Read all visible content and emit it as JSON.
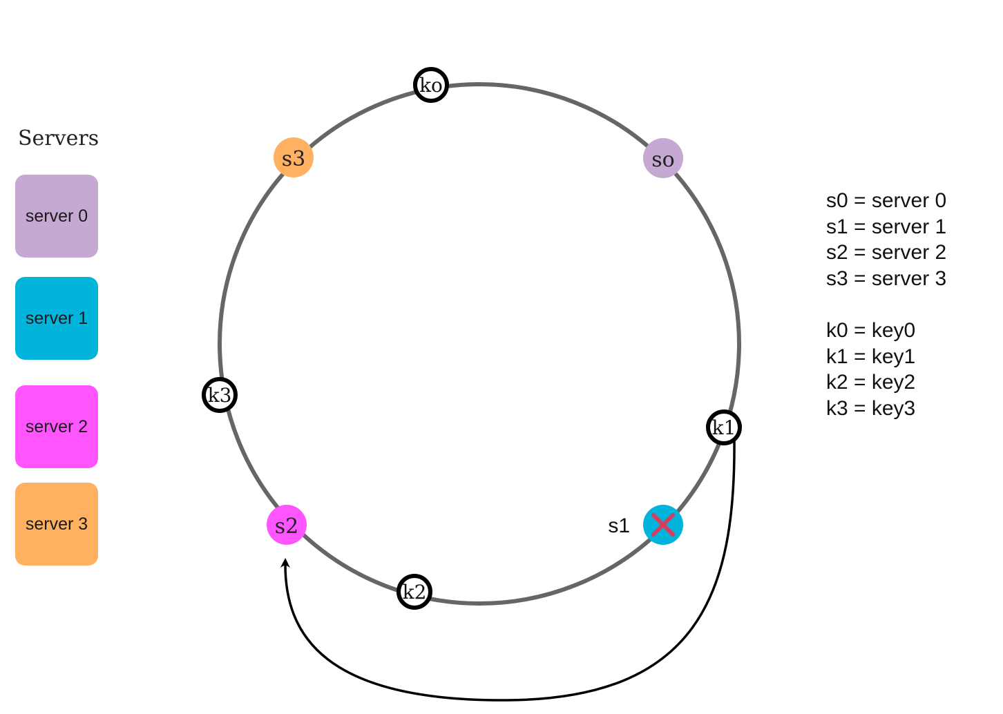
{
  "legend": {
    "title": "Servers",
    "servers": [
      {
        "label": "server 0",
        "color": "#c5a9d3"
      },
      {
        "label": "server 1",
        "color": "#00b4dc"
      },
      {
        "label": "server 2",
        "color": "#ff55ff"
      },
      {
        "label": "server 3",
        "color": "#ffb061"
      }
    ]
  },
  "ring": {
    "ring_color": "#666666",
    "servers": [
      {
        "label": "so",
        "color": "#c5a9d3"
      },
      {
        "label": "s1",
        "color": "#00b4dc",
        "removed": true,
        "removed_mark_color": "#d04060"
      },
      {
        "label": "s2",
        "color": "#ff55ff"
      },
      {
        "label": "s3",
        "color": "#ffb061"
      }
    ],
    "keys": [
      {
        "label": "ko"
      },
      {
        "label": "k1"
      },
      {
        "label": "k2"
      },
      {
        "label": "k3"
      }
    ],
    "redirect_arrow": {
      "from": "k1",
      "to": "s2"
    }
  },
  "definitions": {
    "servers": [
      "s0 = server 0",
      "s1 = server 1",
      "s2 = server 2",
      "s3 = server 3"
    ],
    "keys": [
      "k0 = key0",
      "k1 = key1",
      "k2 = key2",
      "k3 = key3"
    ]
  }
}
